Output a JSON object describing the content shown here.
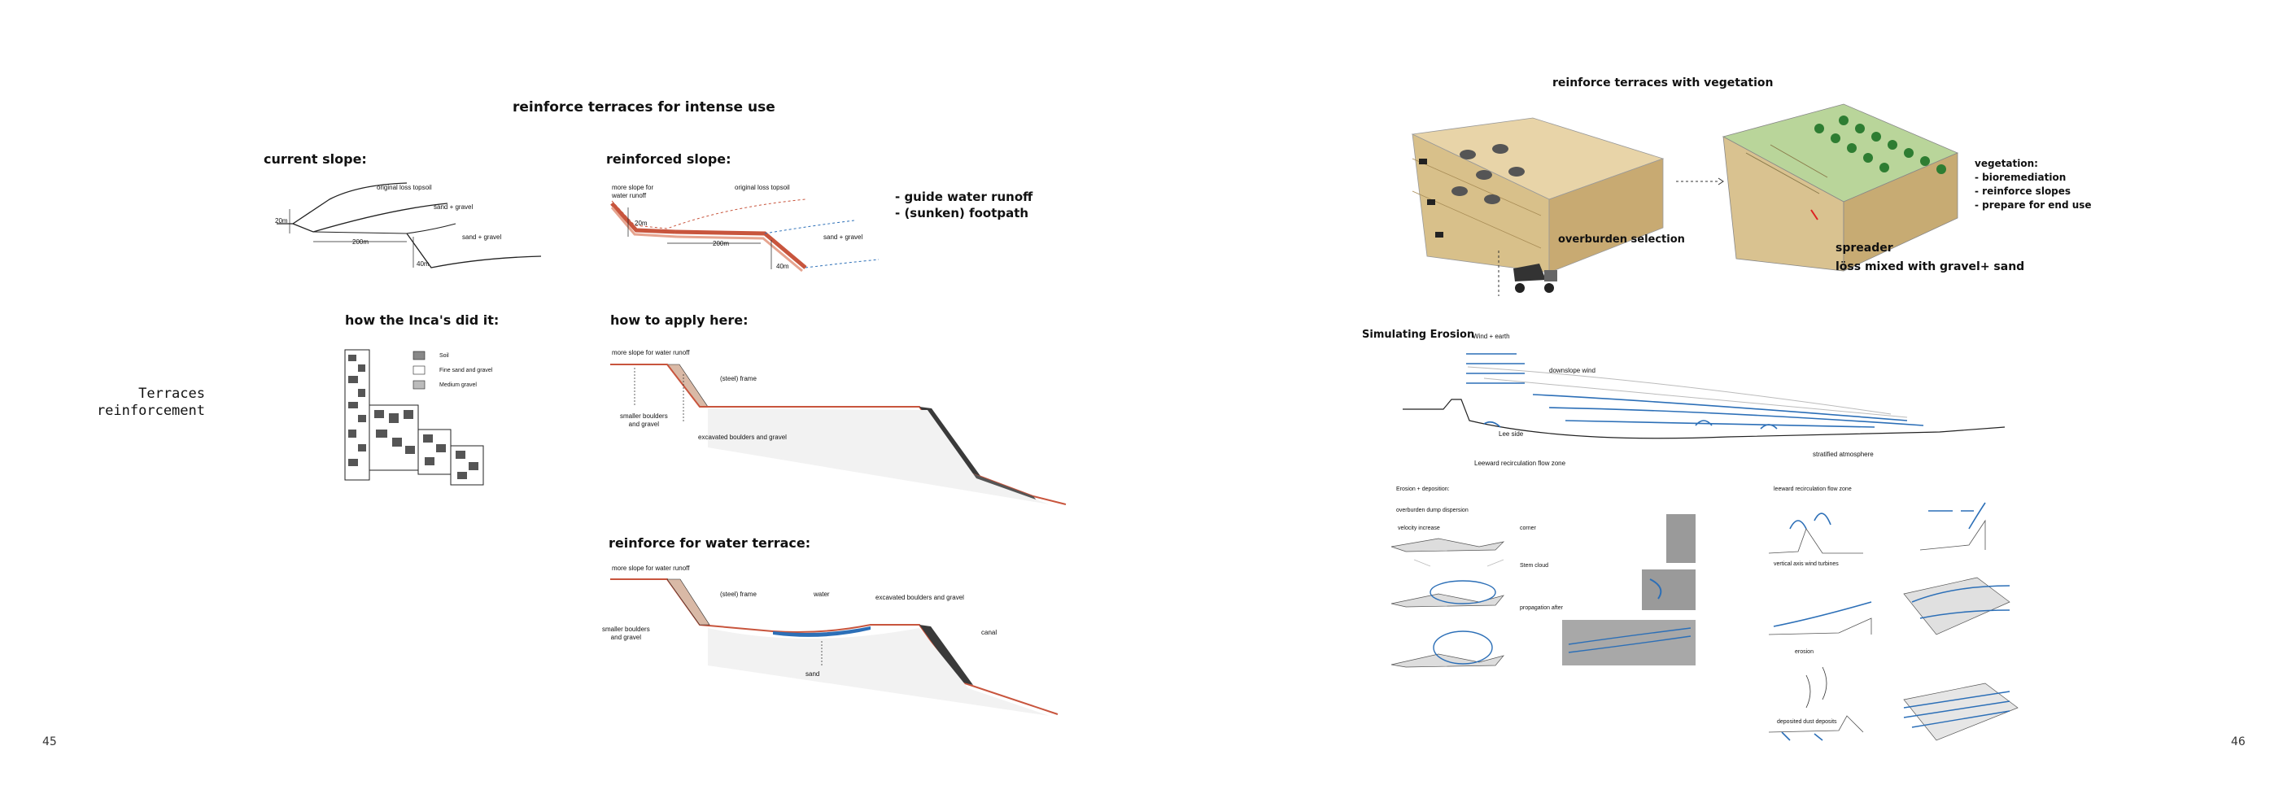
{
  "left_page": {
    "title": "reinforce terraces for intense use",
    "side_title_line1": "Terraces",
    "side_title_line2": "reinforcement",
    "page_number": "45",
    "current_slope": {
      "heading": "current slope:",
      "labels": {
        "topsoil": "original loss topsoil",
        "sand1": "sand + gravel",
        "sand2": "sand + gravel",
        "h20": "20m",
        "w200": "200m",
        "h40": "40m"
      }
    },
    "reinforced_slope": {
      "heading": "reinforced slope:",
      "labels": {
        "runoff_a": "more slope for",
        "runoff_b": "water runoff",
        "topsoil": "original loss topsoil",
        "sand": "sand + gravel",
        "h20": "20m",
        "w200": "200m",
        "h40": "40m"
      },
      "bullets": [
        "- guide water runoff",
        "- (sunken) footpath"
      ]
    },
    "inca": {
      "heading": "how the Inca's did it:",
      "legend": [
        "Soil",
        "Fine sand and gravel",
        "Medium gravel"
      ]
    },
    "apply_here": {
      "heading": "how to apply here:",
      "labels": {
        "runoff": "more slope for water runoff",
        "frame": "(steel) frame",
        "smaller_a": "smaller boulders",
        "smaller_b": "and gravel",
        "excavated": "excavated boulders and gravel"
      }
    },
    "water_terrace": {
      "heading": "reinforce for water terrace:",
      "labels": {
        "runoff": "more slope for water runoff",
        "frame": "(steel) frame",
        "water": "water",
        "excavated": "excavated boulders and gravel",
        "smaller_a": "smaller boulders",
        "smaller_b": "and gravel",
        "sand": "sand",
        "canal": "canal"
      }
    }
  },
  "right_page": {
    "title": "reinforce terraces with vegetation",
    "page_number": "46",
    "overburden_label": "overburden selection",
    "spreader_label": "spreader",
    "loss_label": "löss mixed with gravel+ sand",
    "vegetation": [
      "vegetation:",
      "- bioremediation",
      "- reinforce slopes",
      "- prepare for end use"
    ],
    "erosion": {
      "heading": "Simulating Erosion",
      "sub": "Wind + earth",
      "downslope": "downslope wind",
      "lee": "Lee side",
      "stratified": "stratified atmosphere",
      "leeward": "Leeward recirculation flow zone"
    },
    "panels": {
      "erosion_dep": "Erosion + deposition:",
      "dump": "overburden dump dispersion",
      "velocity": "velocity increase",
      "corner": "corner",
      "stem": "Stem cloud",
      "propagation": "propagation after",
      "leeward_zone": "leeward recirculation flow zone",
      "turbines": "vertical axis wind turbines",
      "erosion": "erosion",
      "deposit": "deposited dust deposits"
    }
  },
  "colors": {
    "terracotta": "#c8553d",
    "sand": "#e8d4a8",
    "green": "#b9d59a",
    "blue": "#2c6fb7",
    "tree": "#2e7d32"
  }
}
